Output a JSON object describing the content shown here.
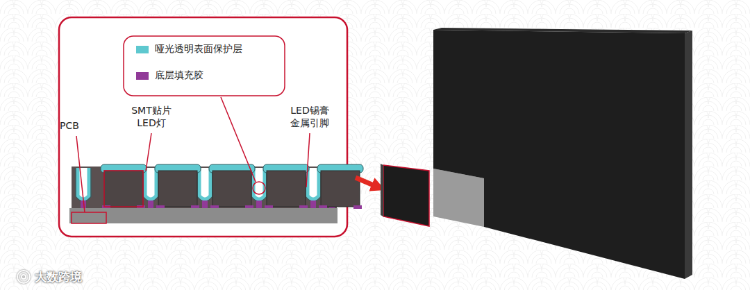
{
  "diagram": {
    "labels": [
      "PCB",
      "SMT贴片 LED灯",
      "LED锡膏 金属引脚",
      "大数跨境"
    ],
    "legend": [
      {
        "text": "哑光透明表面保护层",
        "color": "#5ec8cf"
      },
      {
        "text": "底层填充胶",
        "color": "#913a98"
      }
    ]
  }
}
